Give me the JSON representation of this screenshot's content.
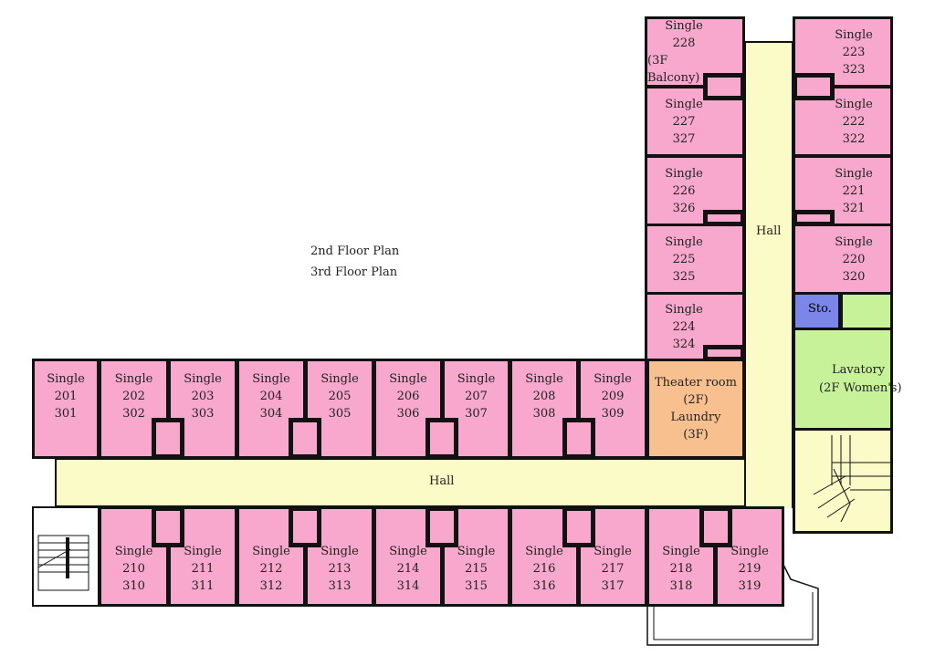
{
  "titles": {
    "floor2": "2nd Floor  Plan",
    "floor3": "3rd Floor  Plan"
  },
  "halls": {
    "horizontal": "Hall",
    "vertical": "Hall"
  },
  "rooms": [
    {
      "id": "201",
      "lines": [
        "Single",
        "201",
        "301"
      ]
    },
    {
      "id": "202",
      "lines": [
        "Single",
        "202",
        "302"
      ]
    },
    {
      "id": "203",
      "lines": [
        "Single",
        "203",
        "303"
      ]
    },
    {
      "id": "204",
      "lines": [
        "Single",
        "204",
        "304"
      ]
    },
    {
      "id": "205",
      "lines": [
        "Single",
        "205",
        "305"
      ]
    },
    {
      "id": "206",
      "lines": [
        "Single",
        "206",
        "306"
      ]
    },
    {
      "id": "207",
      "lines": [
        "Single",
        "207",
        "307"
      ]
    },
    {
      "id": "208",
      "lines": [
        "Single",
        "208",
        "308"
      ]
    },
    {
      "id": "209",
      "lines": [
        "Single",
        "209",
        "309"
      ]
    },
    {
      "id": "210",
      "lines": [
        "Single",
        "210",
        "310"
      ]
    },
    {
      "id": "211",
      "lines": [
        "Single",
        "211",
        "311"
      ]
    },
    {
      "id": "212",
      "lines": [
        "Single",
        "212",
        "312"
      ]
    },
    {
      "id": "213",
      "lines": [
        "Single",
        "213",
        "313"
      ]
    },
    {
      "id": "214",
      "lines": [
        "Single",
        "214",
        "314"
      ]
    },
    {
      "id": "215",
      "lines": [
        "Single",
        "215",
        "315"
      ]
    },
    {
      "id": "216",
      "lines": [
        "Single",
        "216",
        "316"
      ]
    },
    {
      "id": "217",
      "lines": [
        "Single",
        "217",
        "317"
      ]
    },
    {
      "id": "218",
      "lines": [
        "Single",
        "218",
        "318"
      ]
    },
    {
      "id": "219",
      "lines": [
        "Single",
        "219",
        "319"
      ]
    },
    {
      "id": "220",
      "lines": [
        "Single",
        "220",
        "320"
      ]
    },
    {
      "id": "221",
      "lines": [
        "Single",
        "221",
        "321"
      ]
    },
    {
      "id": "222",
      "lines": [
        "Single",
        "222",
        "322"
      ]
    },
    {
      "id": "223",
      "lines": [
        "Single",
        "223",
        "323"
      ]
    },
    {
      "id": "224",
      "lines": [
        "Single",
        "224",
        "324"
      ]
    },
    {
      "id": "225",
      "lines": [
        "Single",
        "225",
        "325"
      ]
    },
    {
      "id": "226",
      "lines": [
        "Single",
        "226",
        "326"
      ]
    },
    {
      "id": "227",
      "lines": [
        "Single",
        "227",
        "327"
      ]
    },
    {
      "id": "228",
      "lines": [
        "Single",
        "228",
        "(3F Balcony)"
      ]
    },
    {
      "id": "theater",
      "lines": [
        "Theater room",
        "(2F)",
        "Laundry",
        "(3F)"
      ]
    }
  ],
  "storage": "Sto.",
  "lavatory": [
    "Lavatory",
    "(2F Women's)"
  ],
  "colors": {
    "room": "#f7a8cc",
    "hall": "#fbfbc8",
    "theater": "#f9c08f",
    "storage": "#7b87e8",
    "lavatory": "#c8f29a"
  }
}
